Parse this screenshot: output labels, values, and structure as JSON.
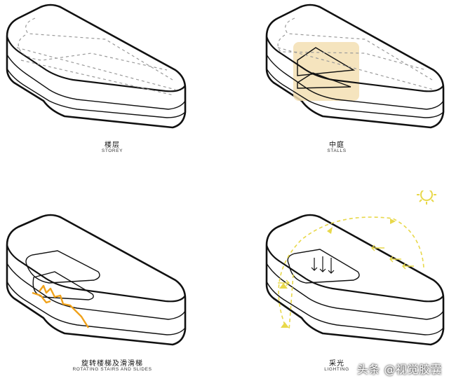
{
  "panels": [
    {
      "name": "storey",
      "cn": "楼层",
      "en": "STOREY"
    },
    {
      "name": "stalls",
      "cn": "中庭",
      "en": "STALLS"
    },
    {
      "name": "rotating-stairs",
      "cn": "旋转楼梯及滑滑梯",
      "en": "ROTATING STAIRS AND SLIDES"
    },
    {
      "name": "lighting",
      "cn": "采光",
      "en": "LIGHTING"
    }
  ],
  "watermark": "头条 @视觉胶囊",
  "colors": {
    "outline": "#111111",
    "dashed": "#9a9a9a",
    "atrium_fill": "#f3dfb3",
    "stairs": "#f0a21b",
    "light": "#e8d84a"
  },
  "icons": [
    "sun-icon",
    "light-arrow-icon"
  ]
}
